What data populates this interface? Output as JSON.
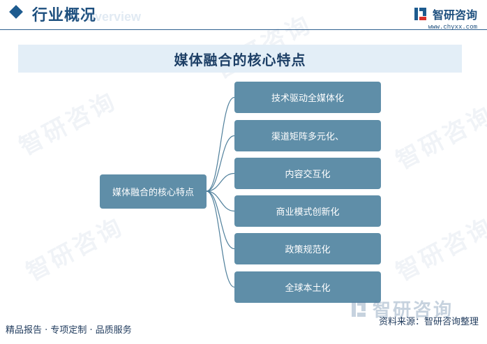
{
  "header": {
    "title": "行业概况",
    "subtitle_en": "Overview",
    "brand_name": "智研咨询",
    "brand_url": "www.chyxx.com"
  },
  "diagram": {
    "title": "媒体融合的核心特点",
    "center": "媒体融合的核心特点",
    "items": [
      "技术驱动全媒体化",
      "渠道矩阵多元化、",
      "内容交互化",
      "商业模式创新化",
      "政策规范化",
      "全球本土化"
    ]
  },
  "footer": {
    "left_text": "精品报告 · 专项定制 · 品质服务",
    "source": "资料来源：智研咨询整理",
    "watermark": "智研咨询"
  },
  "colors": {
    "node_fill": "#5f8ea8",
    "title_band": "#e3eef7",
    "accent": "#1d5b8f"
  }
}
